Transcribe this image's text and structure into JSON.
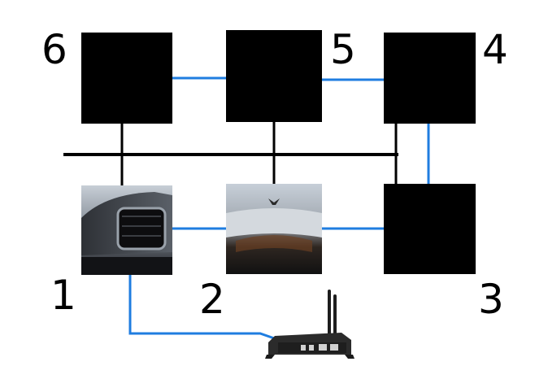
{
  "diagram": {
    "colors": {
      "background": "#ffffff",
      "bus_line": "#000000",
      "link_line": "#1f7de0",
      "node_dark": "#000000",
      "router_body": "#2b2b2b"
    },
    "nodes": [
      {
        "id": "1",
        "label": "1",
        "appearance": "car-front-photo"
      },
      {
        "id": "2",
        "label": "2",
        "appearance": "car-rear-photo"
      },
      {
        "id": "3",
        "label": "3",
        "appearance": "black-square"
      },
      {
        "id": "4",
        "label": "4",
        "appearance": "black-square"
      },
      {
        "id": "5",
        "label": "5",
        "appearance": "black-square"
      },
      {
        "id": "6",
        "label": "6",
        "appearance": "black-square"
      }
    ],
    "links": [
      {
        "from": "6",
        "to": "5",
        "type": "blue"
      },
      {
        "from": "5",
        "to": "4",
        "type": "blue"
      },
      {
        "from": "4",
        "to": "3",
        "type": "blue"
      },
      {
        "from": "1",
        "to": "2",
        "type": "blue"
      },
      {
        "from": "2",
        "to": "3",
        "type": "blue"
      },
      {
        "from": "1",
        "to": "router",
        "type": "blue"
      }
    ],
    "bus_connections": [
      "6",
      "5",
      "4",
      "1",
      "2",
      "3"
    ],
    "router": {
      "appearance": "wireless-router-two-antennas"
    }
  }
}
